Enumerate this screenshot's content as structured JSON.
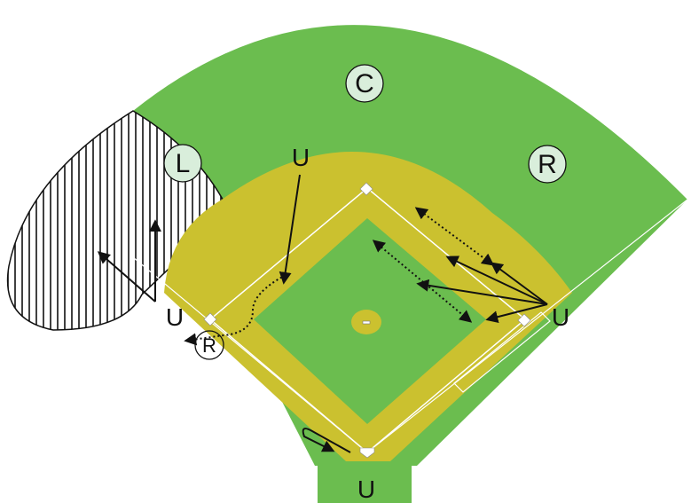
{
  "colors": {
    "outfield_grass": "#6bbd4f",
    "infield_dirt": "#cbc12f",
    "infield_grass": "#6bbd4f",
    "fielder_circle": "#d9eedb",
    "lines": "#ffffff",
    "ink": "#111111",
    "hatch_fill": "#ffffff"
  },
  "fielders": {
    "center": "C",
    "left": "L",
    "right": "R"
  },
  "umpires": {
    "second_base_area": "U",
    "third_base_area": "U",
    "first_base_area": "U",
    "home_plate": "U"
  },
  "runner": {
    "label": "R"
  }
}
